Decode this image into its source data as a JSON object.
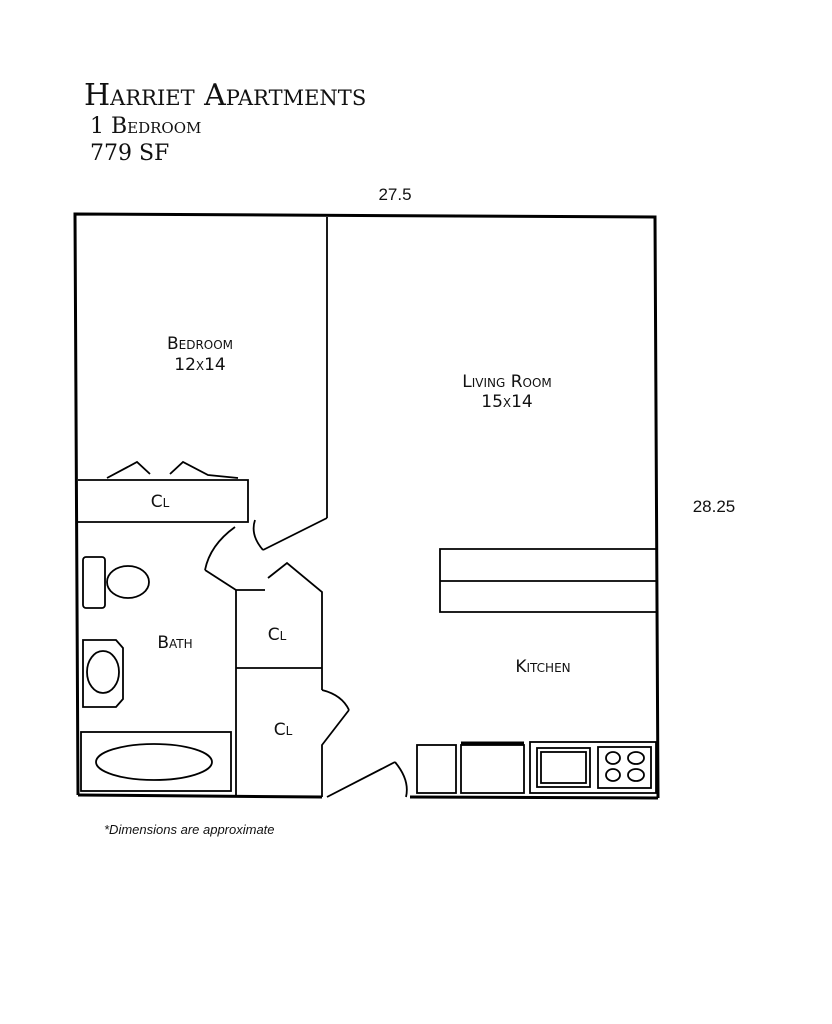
{
  "header": {
    "title": "Harriet Apartments",
    "unit_type": "1 Bedroom",
    "area": "779 SF"
  },
  "dimensions": {
    "width": "27.5",
    "depth": "28.25"
  },
  "rooms": {
    "bedroom": {
      "name": "Bedroom",
      "size": "12x14"
    },
    "living_room": {
      "name": "Living Room",
      "size": "15x14"
    },
    "bedroom_closet": {
      "name": "Cl"
    },
    "hall_closet_1": {
      "name": "Cl"
    },
    "hall_closet_2": {
      "name": "Cl"
    },
    "bath": {
      "name": "Bath"
    },
    "kitchen": {
      "name": "Kitchen"
    }
  },
  "footnote": "*Dimensions are approximate"
}
